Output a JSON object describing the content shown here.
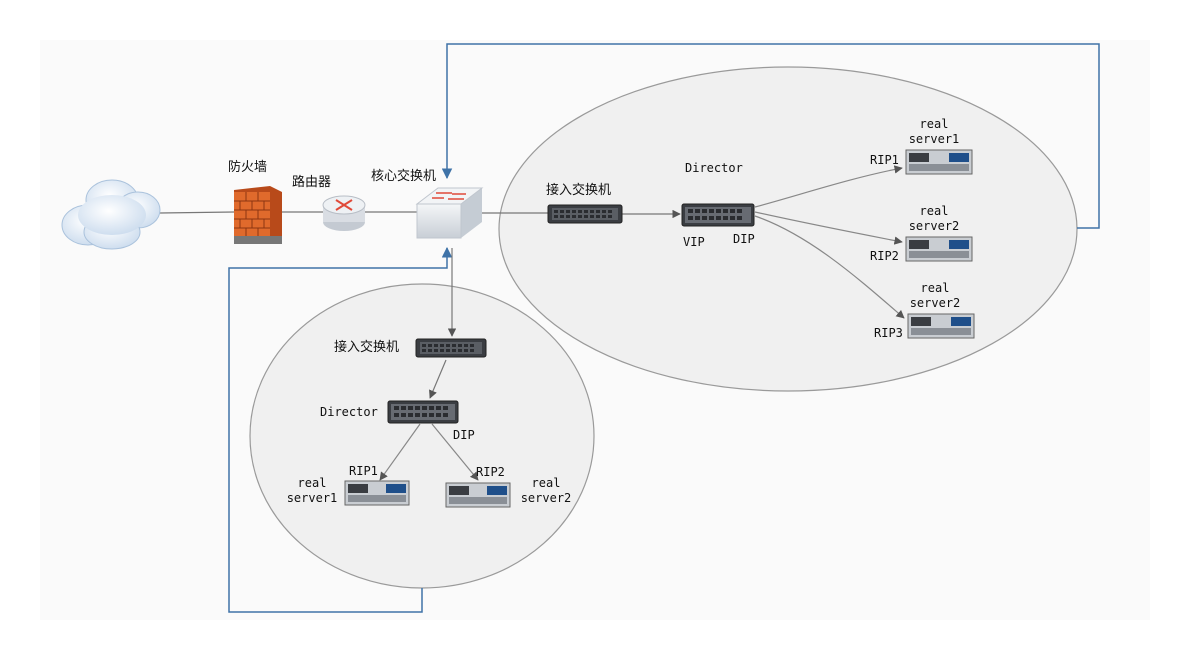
{
  "labels": {
    "firewall": "防火墙",
    "router": "路由器",
    "core_switch": "核心交换机",
    "access_switch_top": "接入交换机",
    "director_top": "Director",
    "vip": "VIP",
    "dip_top": "DIP",
    "rs1_top": "real\nserver1",
    "rip1_top": "RIP1",
    "rs2_top": "real\nserver2",
    "rip2_top": "RIP2",
    "rs3_top": "real\nserver2",
    "rip3_top": "RIP3",
    "access_switch_bottom": "接入交换机",
    "director_bottom": "Director",
    "dip_bottom": "DIP",
    "rip1_bottom": "RIP1",
    "rip2_bottom": "RIP2",
    "rs1_bottom": "real\nserver1",
    "rs2_bottom": "real\nserver2"
  },
  "colors": {
    "blue_line": "#3f73a8",
    "link_line": "#888888",
    "ellipse_fill": "#f0f0f0",
    "ellipse_stroke": "#9a9a9a",
    "firewall": "#e06a2c",
    "cloud": "#dfe9f4"
  }
}
